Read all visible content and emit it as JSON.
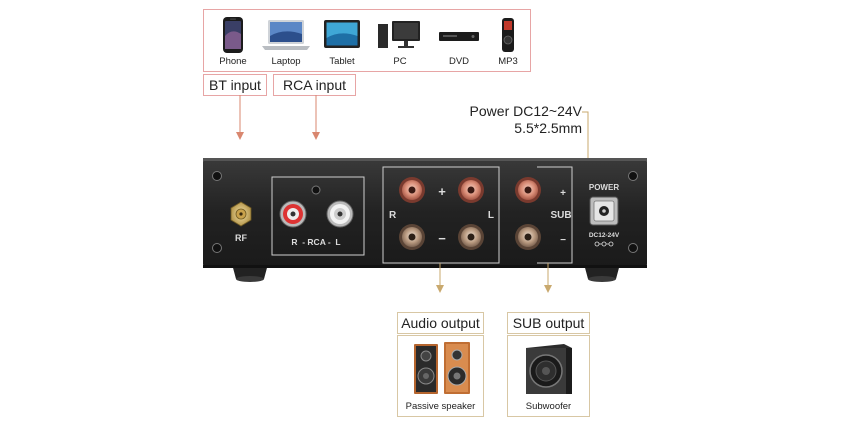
{
  "sources": [
    {
      "label": "Phone",
      "icon": "phone-icon"
    },
    {
      "label": "Laptop",
      "icon": "laptop-icon"
    },
    {
      "label": "Tablet",
      "icon": "tablet-icon"
    },
    {
      "label": "PC",
      "icon": "pc-icon"
    },
    {
      "label": "DVD",
      "icon": "dvd-player-icon"
    },
    {
      "label": "MP3",
      "icon": "mp3-player-icon"
    }
  ],
  "inputs": {
    "bt": "BT input",
    "rca": "RCA input"
  },
  "power": {
    "line1": "Power DC12~24V",
    "line2": "5.5*2.5mm"
  },
  "panel": {
    "rf": "RF",
    "rca": "R  - RCA -  L",
    "plus": "+",
    "minus": "−",
    "r": "R",
    "l": "L",
    "sub": "SUB",
    "sub_plus": "+",
    "sub_minus": "−",
    "power": "POWER",
    "dc": "DC12-24V"
  },
  "outputs": {
    "audio": "Audio output",
    "sub": "SUB output",
    "audio_caption": "Passive speaker",
    "sub_caption": "Subwoofer"
  },
  "colors": {
    "pink_border": "#e7a5a5",
    "tan_border": "#d8c7a4",
    "arrow_pink": "#d9876f",
    "arrow_tan": "#c9a96e",
    "panel": "#262626"
  }
}
